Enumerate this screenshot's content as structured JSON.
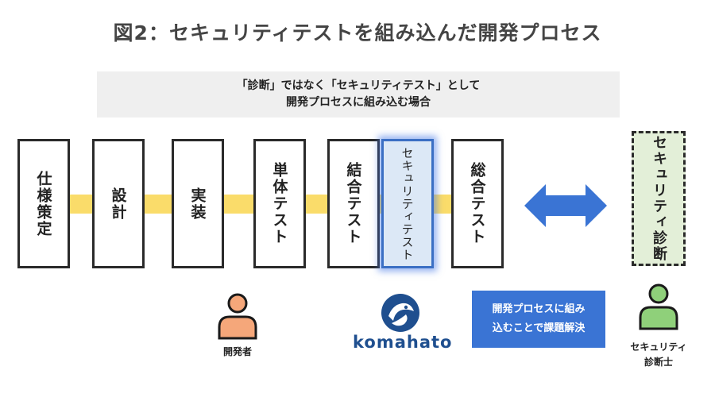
{
  "title": "図2：セキュリティテストを組み込んだ開発プロセス",
  "banner": {
    "line1": "「診断」ではなく「セキュリティテスト」として",
    "line2": "開発プロセスに組み込む場合"
  },
  "process_steps": [
    {
      "label": "仕様策定"
    },
    {
      "label": "設計"
    },
    {
      "label": "実装"
    },
    {
      "label": "単体テスト"
    },
    {
      "label": "結合テスト"
    },
    {
      "label": "セキュリティテスト"
    },
    {
      "label": "総合テスト"
    }
  ],
  "diagnosis": {
    "label": "セキュリティ診断"
  },
  "developer": {
    "label": "開発者",
    "color": "#f5a77a"
  },
  "diagnostician": {
    "line1": "セキュリティ",
    "line2": "診断士",
    "color": "#8fd07a"
  },
  "logo": {
    "text": "komahato",
    "color": "#1f4f8f"
  },
  "callout": {
    "line1": "開発プロセスに組み",
    "line2": "込むことで課題解決",
    "color": "#3a74d4"
  },
  "colors": {
    "connector": "#fadc6a",
    "security_box": "#dce8f6",
    "diagnosis_box": "#e3efd8",
    "arrow": "#3a74d4"
  }
}
